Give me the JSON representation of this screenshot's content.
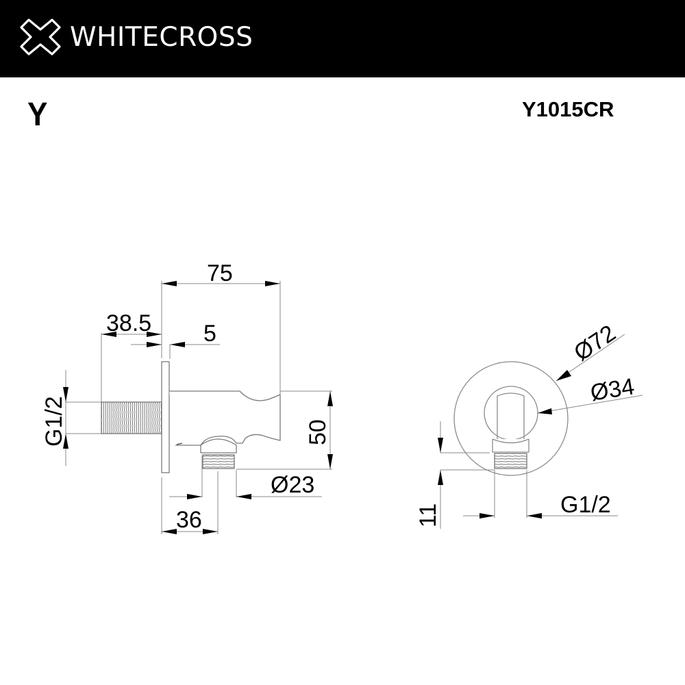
{
  "header": {
    "brand": "WHITECROSS",
    "logo_icon": "cross-outline-icon",
    "background": "#000000",
    "text_color": "#ffffff"
  },
  "product": {
    "series": "Y",
    "model": "Y1015CR"
  },
  "drawing": {
    "side_view": {
      "dimensions": {
        "overall_depth": "75",
        "thread_length": "38.5",
        "flange_thickness": "5",
        "inlet_thread": "G1/2",
        "height": "50",
        "outlet_diameter": "Ø23",
        "outlet_offset": "36"
      }
    },
    "front_view": {
      "dimensions": {
        "flange_diameter": "Ø72",
        "holder_diameter": "Ø34",
        "outlet_thread": "G1/2",
        "thread_length": "11"
      }
    },
    "line_color": "#8a8a8a",
    "dimension_color": "#000000"
  }
}
